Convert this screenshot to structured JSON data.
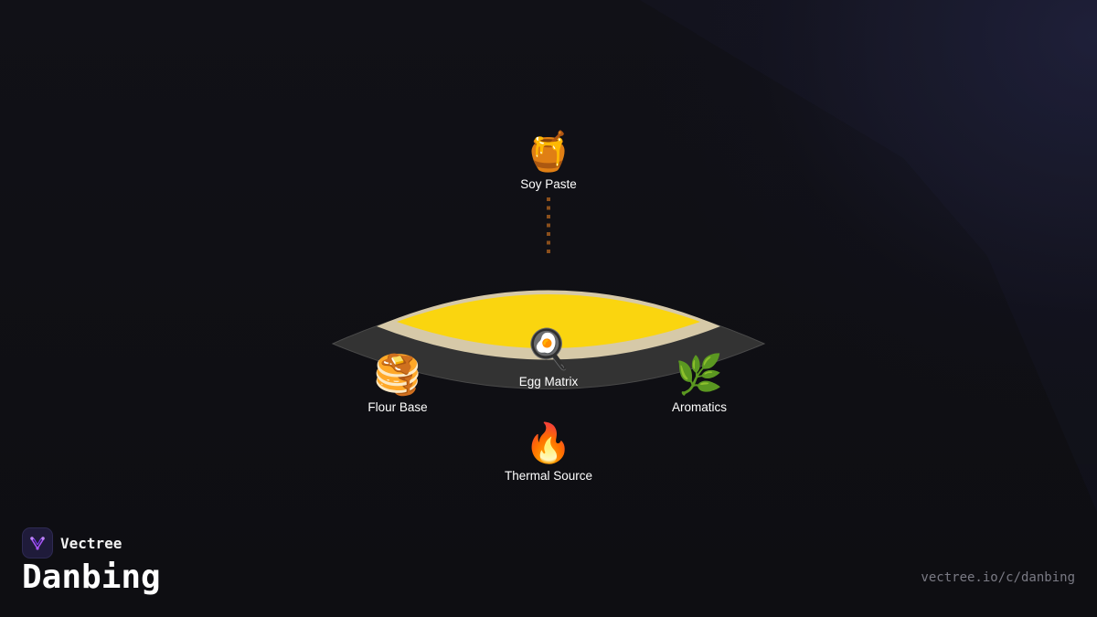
{
  "diagram": {
    "nodes": {
      "soy_paste": {
        "icon": "honey-pot-icon",
        "emoji": "🍯",
        "label": "Soy Paste"
      },
      "egg_matrix": {
        "icon": "fried-egg-pan-icon",
        "emoji": "🍳",
        "label": "Egg Matrix"
      },
      "flour_base": {
        "icon": "pancakes-icon",
        "emoji": "🥞",
        "label": "Flour Base"
      },
      "aromatics": {
        "icon": "herb-icon",
        "emoji": "🌿",
        "label": "Aromatics"
      },
      "thermal_source": {
        "icon": "fire-icon",
        "emoji": "🔥",
        "label": "Thermal Source"
      }
    },
    "colors": {
      "outer_layer": "#333333",
      "middle_layer": "#d6c9a8",
      "egg_layer": "#fad50f",
      "connector": "#8a4f1c"
    }
  },
  "brand": {
    "logo_icon": "vectree-logo-icon",
    "name": "Vectree",
    "accent": "#a855f7"
  },
  "page": {
    "title": "Danbing",
    "url": "vectree.io/c/danbing"
  }
}
